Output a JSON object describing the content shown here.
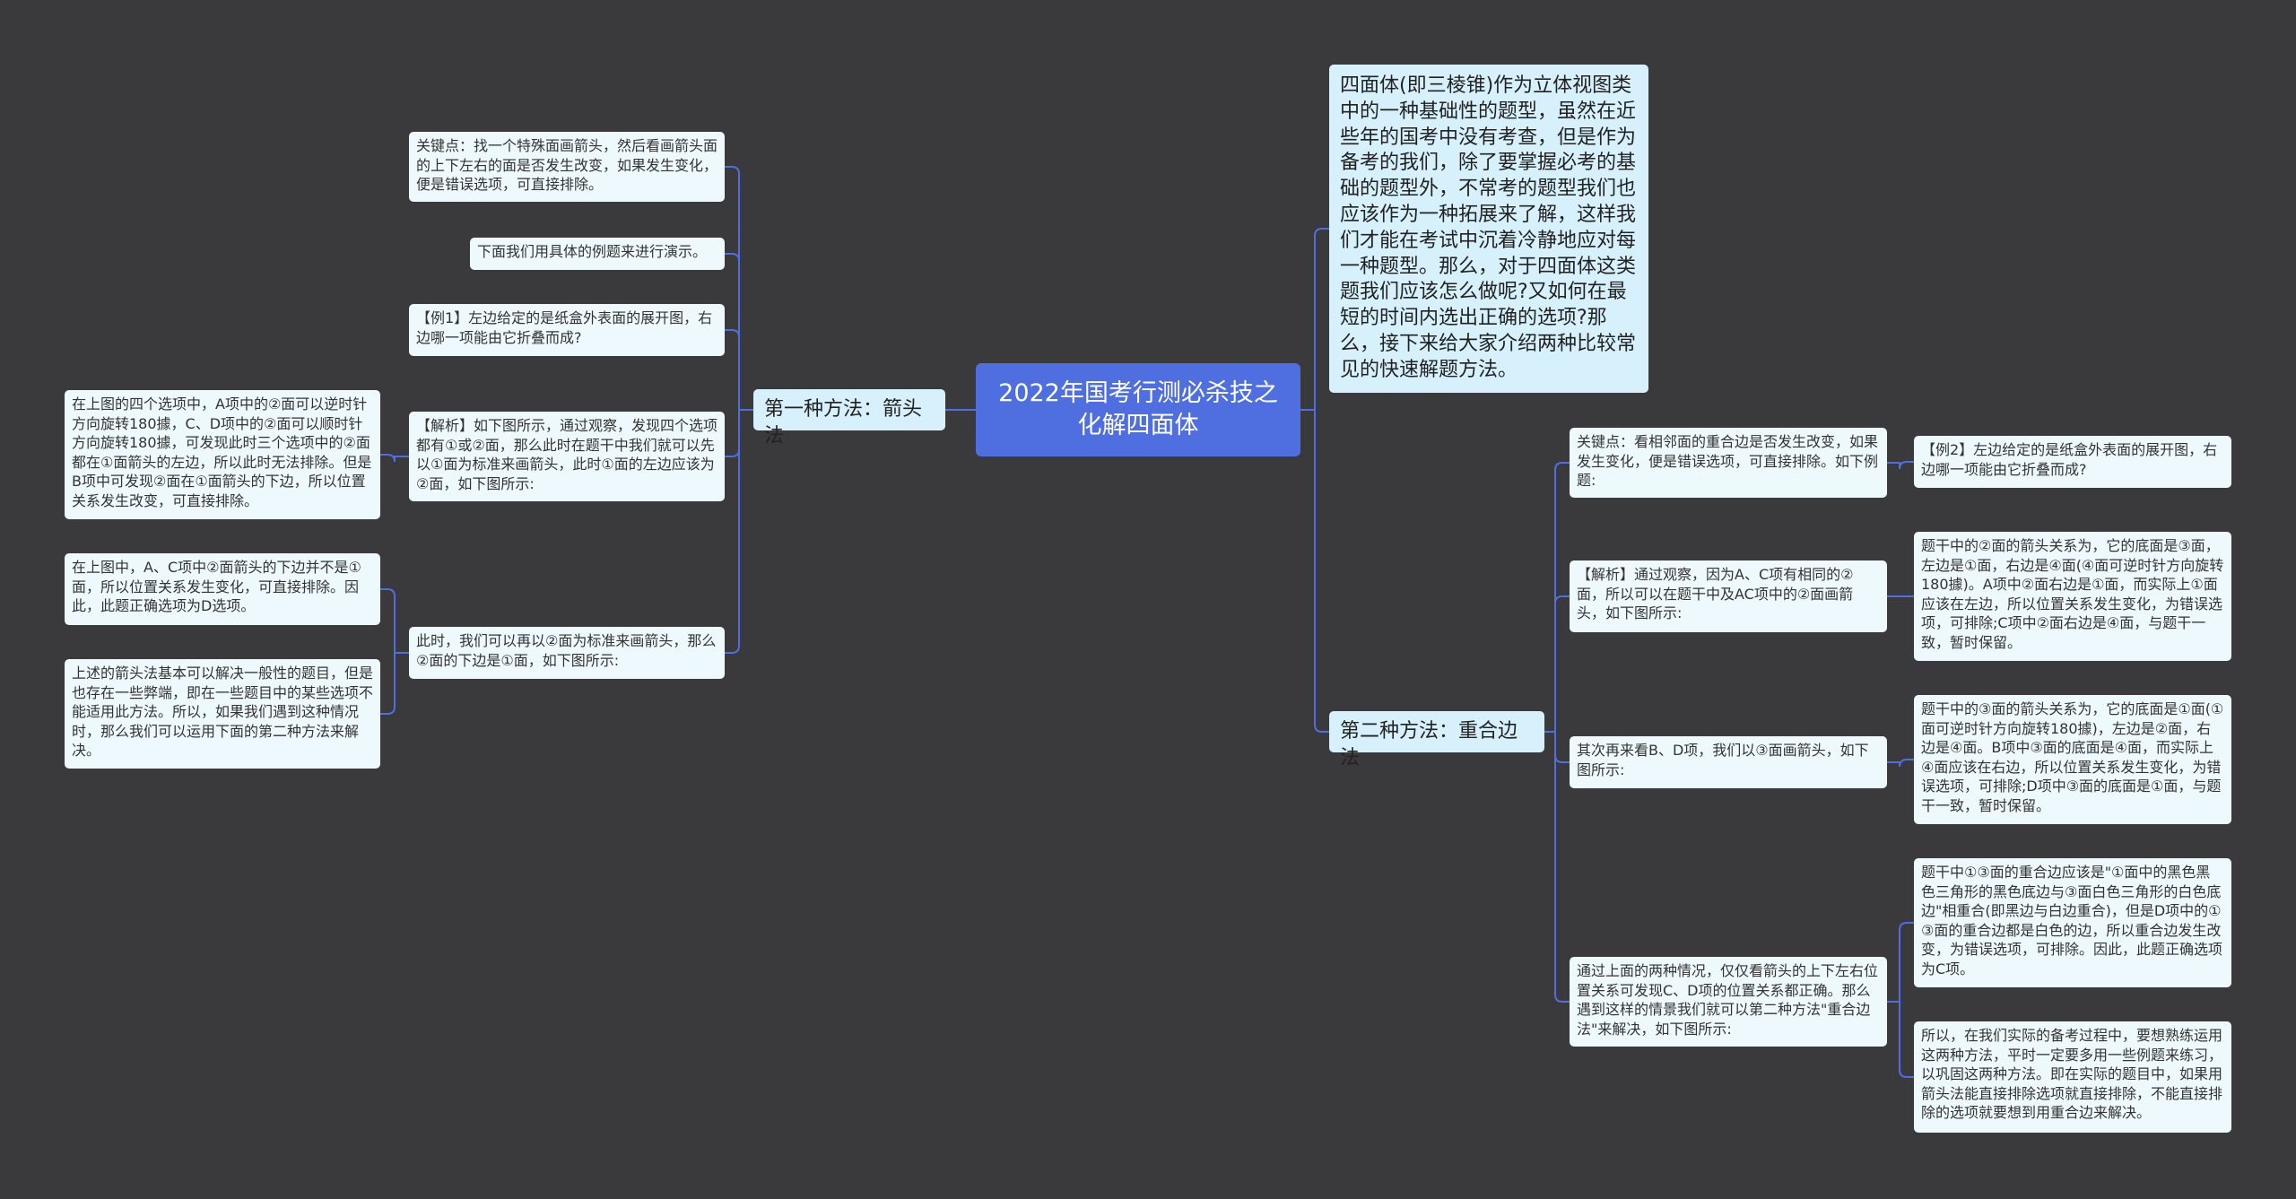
{
  "root": {
    "title": "2022年国考行测必杀技之化解四面体"
  },
  "intro": {
    "text": "四面体(即三棱锥)作为立体视图类中的一种基础性的题型，虽然在近些年的国考中没有考查，但是作为备考的我们，除了要掌握必考的基础的题型外，不常考的题型我们也应该作为一种拓展来了解，这样我们才能在考试中沉着冷静地应对每一种题型。那么，对于四面体这类题我们应该怎么做呢?又如何在最短的时间内选出正确的选项?那么，接下来给大家介绍两种比较常见的快速解题方法。"
  },
  "method1": {
    "label": "第一种方法：箭头法",
    "items": [
      "关键点：找一个特殊面画箭头，然后看画箭头面的上下左右的面是否发生改变，如果发生变化，便是错误选项，可直接排除。",
      "下面我们用具体的例题来进行演示。",
      "【例1】左边给定的是纸盒外表面的展开图，右边哪一项能由它折叠而成?",
      "【解析】如下图所示，通过观察，发现四个选项都有①或②面，那么此时在题干中我们就可以先以①面为标准来画箭头，此时①面的左边应该为②面，如下图所示:",
      "此时，我们可以再以②面为标准来画箭头，那么②面的下边是①面，如下图所示:"
    ],
    "sub": [
      "在上图的四个选项中，A项中的②面可以逆时针方向旋转180據，C、D项中的②面可以顺时针方向旋转180據，可发现此时三个选项中的②面都在①面箭头的左边，所以此时无法排除。但是B项中可发现②面在①面箭头的下边，所以位置关系发生改变，可直接排除。",
      "在上图中，A、C项中②面箭头的下边并不是①面，所以位置关系发生变化，可直接排除。因此，此题正确选项为D选项。",
      "上述的箭头法基本可以解决一般性的题目，但是也存在一些弊端，即在一些题目中的某些选项不能适用此方法。所以，如果我们遇到这种情况时，那么我们可以运用下面的第二种方法来解决。"
    ]
  },
  "method2": {
    "label": "第二种方法：重合边法",
    "items": [
      "关键点：看相邻面的重合边是否发生改变，如果发生变化，便是错误选项，可直接排除。如下例题:",
      "【解析】通过观察，因为A、C项有相同的②面，所以可以在题干中及AC项中的②面画箭头，如下图所示:",
      "其次再来看B、D项，我们以③面画箭头，如下图所示:",
      "通过上面的两种情况，仅仅看箭头的上下左右位置关系可发现C、D项的位置关系都正确。那么遇到这样的情景我们就可以第二种方法\"重合边法\"来解决，如下图所示:"
    ],
    "sub": [
      "【例2】左边给定的是纸盒外表面的展开图，右边哪一项能由它折叠而成?",
      "题干中的②面的箭头关系为，它的底面是③面，左边是①面，右边是④面(④面可逆时针方向旋转180據)。A项中②面右边是①面，而实际上①面应该在左边，所以位置关系发生变化，为错误选项，可排除;C项中②面右边是④面，与题干一致，暂时保留。",
      "题干中的③面的箭头关系为，它的底面是①面(①面可逆时针方向旋转180據)，左边是②面，右边是④面。B项中③面的底面是④面，而实际上④面应该在右边，所以位置关系发生变化，为错误选项，可排除;D项中③面的底面是①面，与题干一致，暂时保留。",
      "题干中①③面的重合边应该是\"①面中的黑色黑色三角形的黑色底边与③面白色三角形的白色底边\"相重合(即黑边与白边重合)，但是D项中的①③面的重合边都是白色的边，所以重合边发生改变，为错误选项，可排除。因此，此题正确选项为C项。",
      "所以，在我们实际的备考过程中，要想熟练运用这两种方法，平时一定要多用一些例题来练习，以巩固这两种方法。即在实际的题目中，如果用箭头法能直接排除选项就直接排除，不能直接排除的选项就要想到用重合边来解决。"
    ]
  },
  "colors": {
    "background": "#3a3a3d",
    "root": "#4f6fe0",
    "link": "#4f6fe0",
    "node": "#eef9fe",
    "branch": "#d6f1fb"
  }
}
